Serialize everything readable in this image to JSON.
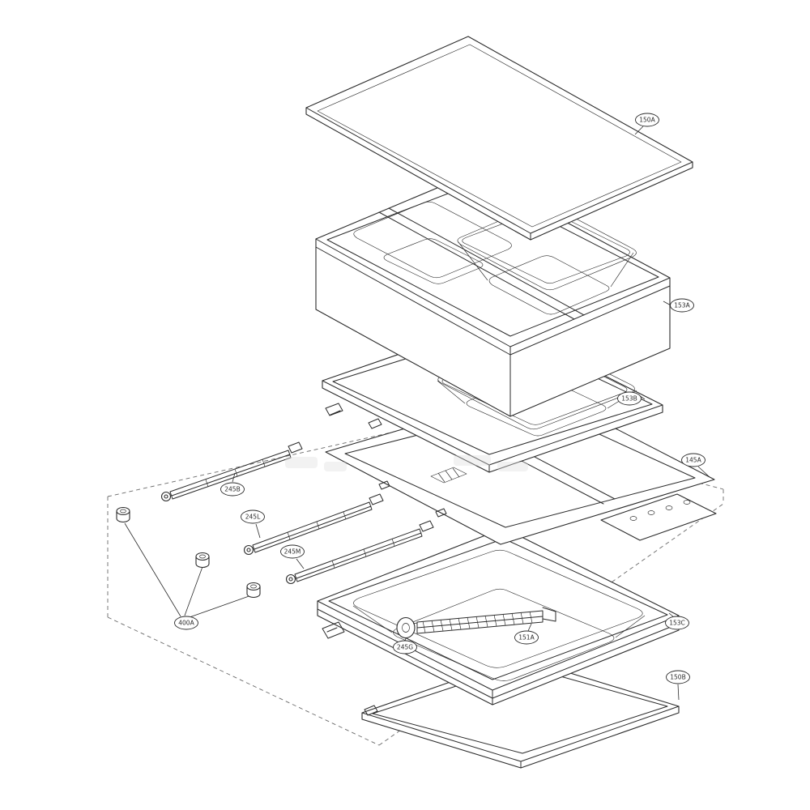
{
  "diagram": {
    "type": "exploded-parts-diagram",
    "background": "#ffffff",
    "line_color": "#2b2b2b",
    "labels": {
      "top_shelf": "150A",
      "bin": "153A",
      "tray": "153B",
      "frame": "145A",
      "rail_upper": "245B",
      "rail_middle": "245L",
      "rail_lower": "245M",
      "caps": "400A",
      "roller": "245G",
      "drawer_rail": "151A",
      "drawer": "153C",
      "bottom_shelf": "150B"
    }
  }
}
